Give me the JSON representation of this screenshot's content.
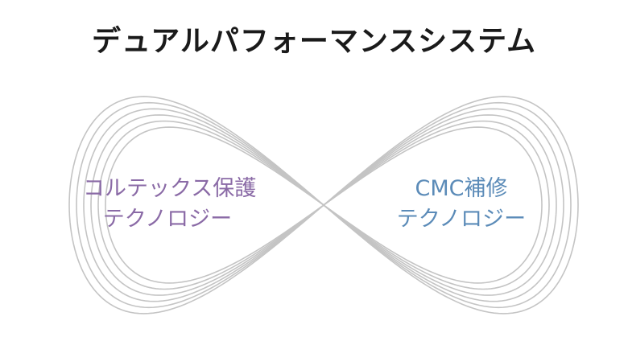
{
  "title": "デュアルパフォーマンスシステム",
  "left_label": {
    "line1": "コルテックス保護",
    "line2": "テクノロジー",
    "color": "#8a6aa6"
  },
  "right_label": {
    "line1": "CMC補修",
    "line2": "テクノロジー",
    "color": "#5b8bb8"
  },
  "colors": {
    "loop_stroke": "#c4c4c4",
    "title": "#1a1a1a",
    "background": "#ffffff"
  },
  "icons": {
    "infinity": "infinity-icon"
  }
}
